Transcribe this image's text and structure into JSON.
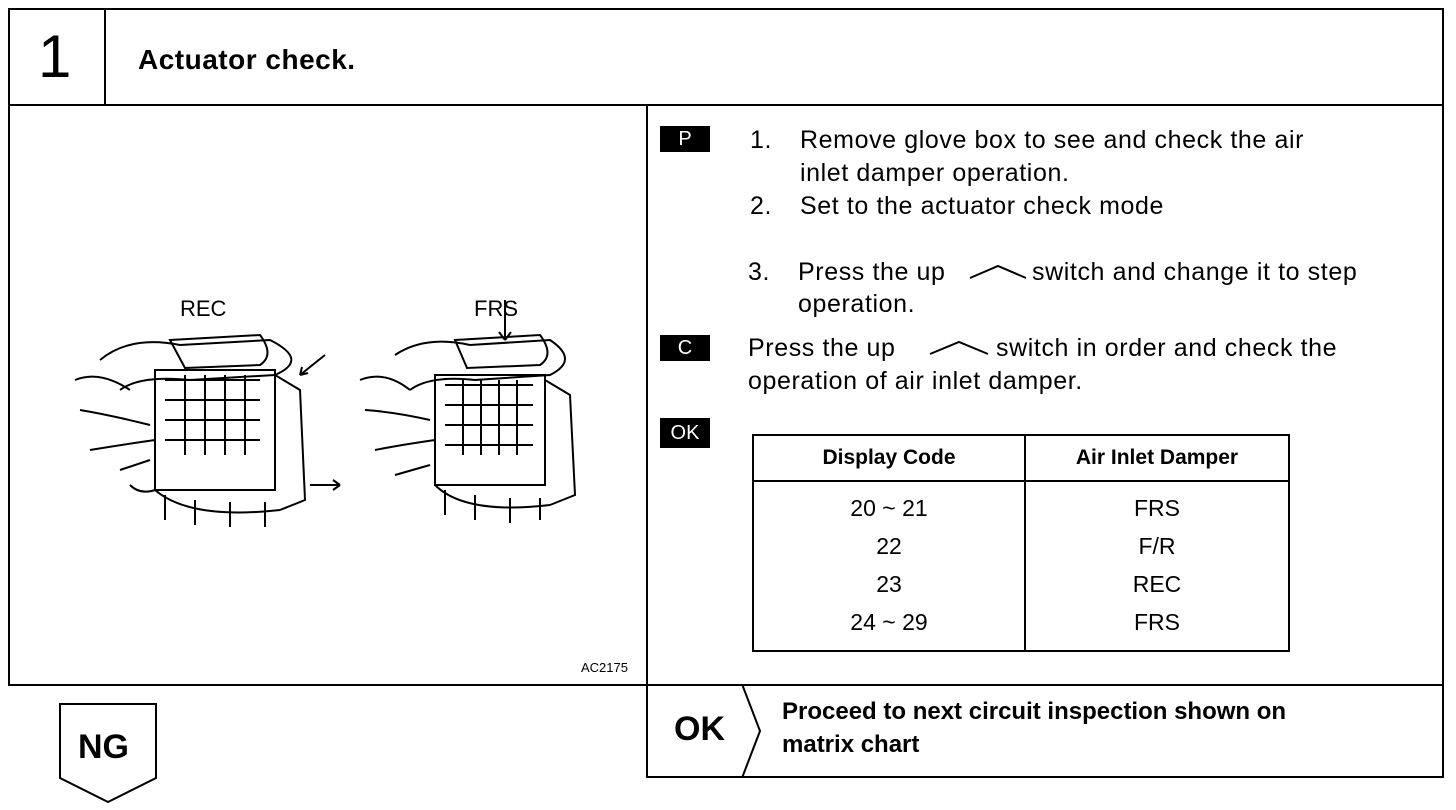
{
  "step": {
    "number": "1",
    "title": "Actuator check."
  },
  "figure": {
    "left_label": "REC",
    "right_label": "FRS",
    "figure_id": "AC2175"
  },
  "codes": {
    "p": "P",
    "c": "C",
    "ok": "OK"
  },
  "instructions": {
    "item1_num": "1.",
    "item1_line1": "Remove glove box to see and check the air",
    "item1_line2": "inlet damper operation.",
    "item2_num": "2.",
    "item2_text": "Set to the actuator check mode",
    "item3_num": "3.",
    "item3_pre": "Press the up",
    "item3_post": "switch and change it to step",
    "item3_line2": "operation.",
    "check_pre": "Press the up",
    "check_post": "switch in order and check the",
    "check_line2": "operation of air inlet damper."
  },
  "table": {
    "headers": [
      "Display Code",
      "Air Inlet Damper"
    ],
    "rows": [
      [
        "20 ~ 21",
        "FRS"
      ],
      [
        "22",
        "F/R"
      ],
      [
        "23",
        "REC"
      ],
      [
        "24 ~ 29",
        "FRS"
      ]
    ]
  },
  "result": {
    "ok_label": "OK",
    "ok_line1": "Proceed to next circuit inspection shown on",
    "ok_line2": "matrix chart",
    "ng_label": "NG"
  }
}
